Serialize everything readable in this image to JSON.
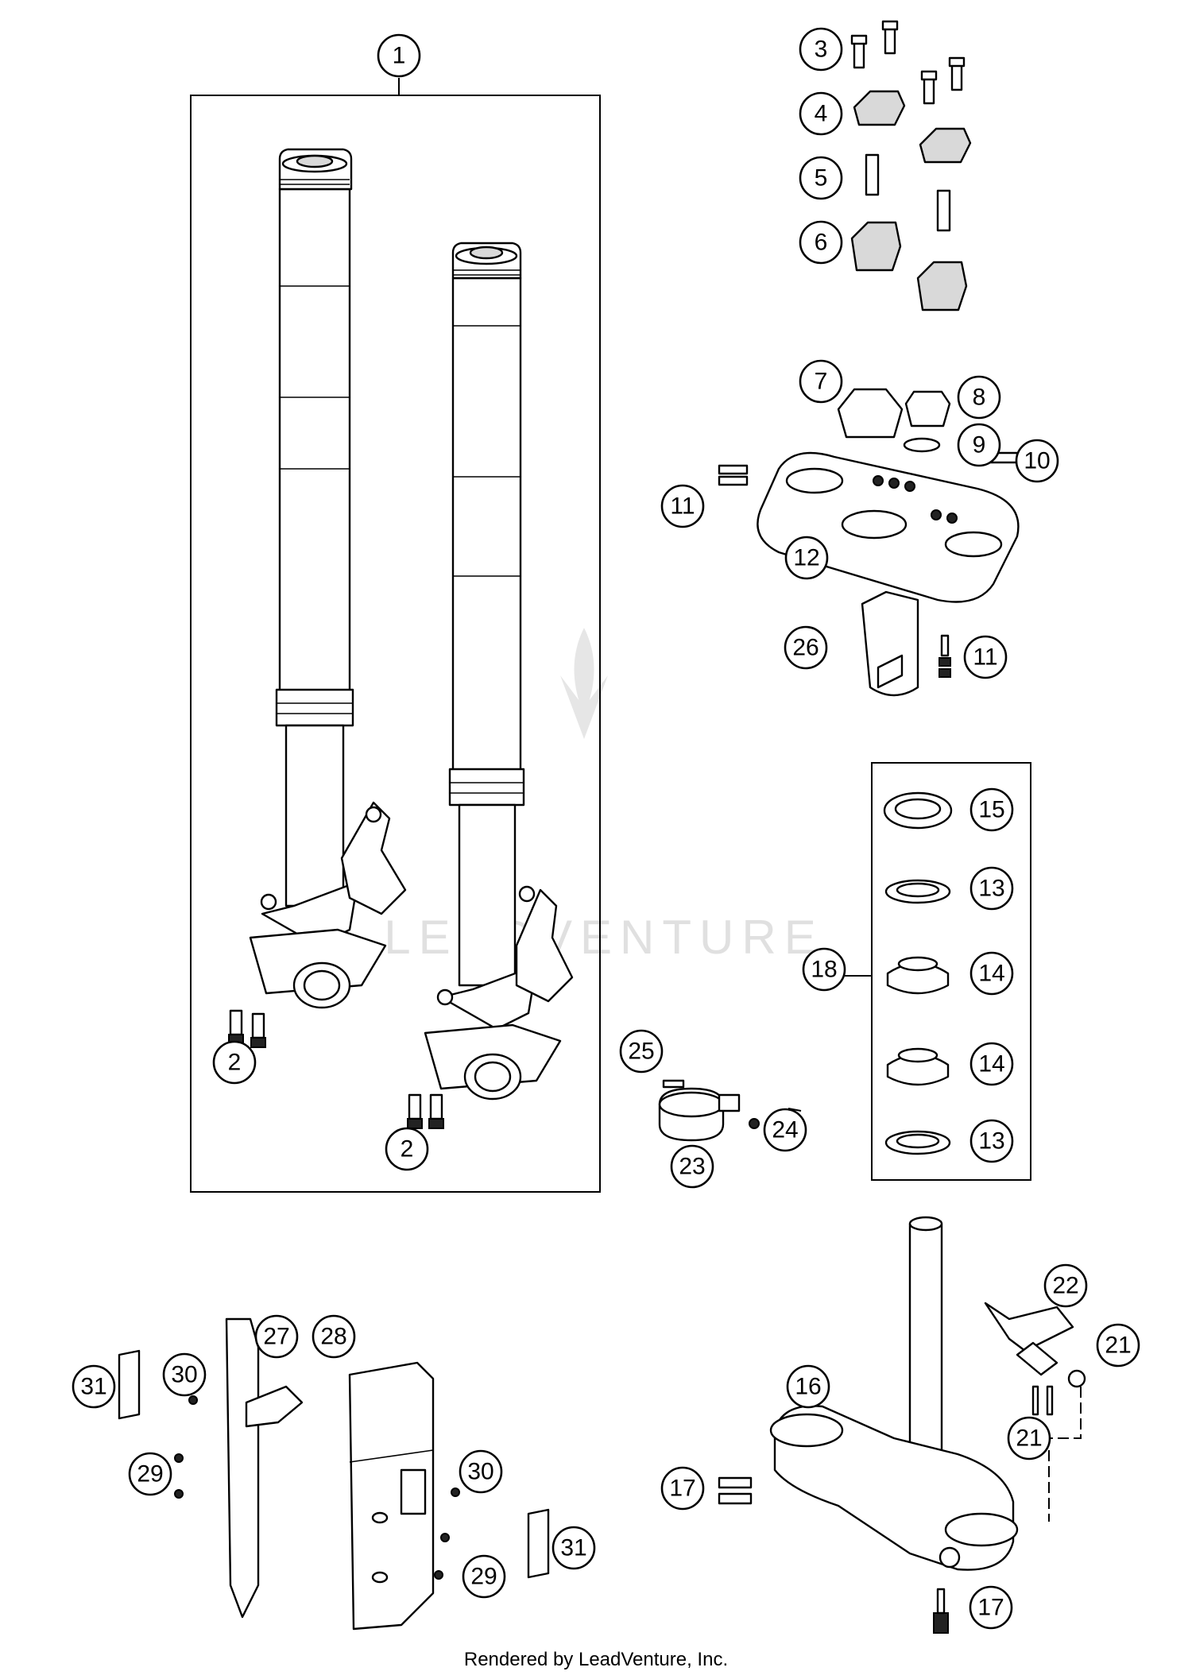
{
  "diagram": {
    "watermark": "LEADVENTURE",
    "credit": "Rendered by LeadVenture, Inc.",
    "callouts": [
      "1",
      "2",
      "2",
      "3",
      "4",
      "5",
      "6",
      "7",
      "8",
      "9",
      "10",
      "11",
      "11",
      "12",
      "13",
      "13",
      "14",
      "14",
      "15",
      "16",
      "17",
      "17",
      "18",
      "21",
      "21",
      "22",
      "23",
      "24",
      "25",
      "26",
      "27",
      "28",
      "29",
      "29",
      "30",
      "30",
      "31",
      "31"
    ]
  }
}
